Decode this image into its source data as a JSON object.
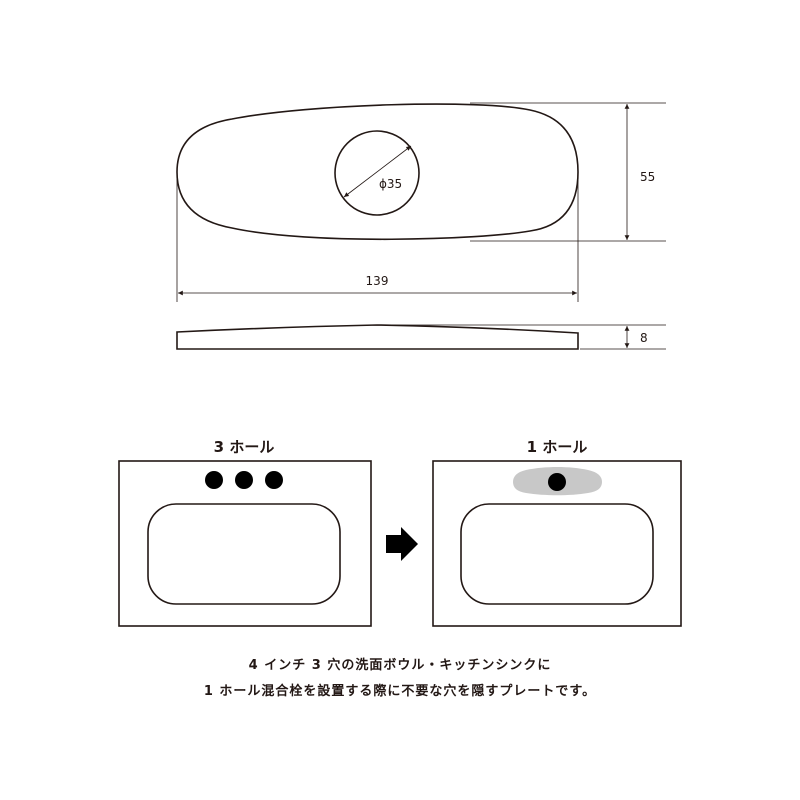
{
  "dimensions": {
    "hole_diameter": "ϕ35",
    "height": "55",
    "width": "139",
    "thickness": "8"
  },
  "labels": {
    "three_hole": "3 ホール",
    "one_hole": "1 ホール"
  },
  "caption": {
    "line1": "4 インチ 3 穴の洗面ボウル・キッチンシンクに",
    "line2": "1 ホール混合栓を設置する際に不要な穴を隠すプレートです。"
  },
  "colors": {
    "line": "#231815",
    "plate_fill": "#c8c8c8",
    "hole_fill": "#000000"
  }
}
